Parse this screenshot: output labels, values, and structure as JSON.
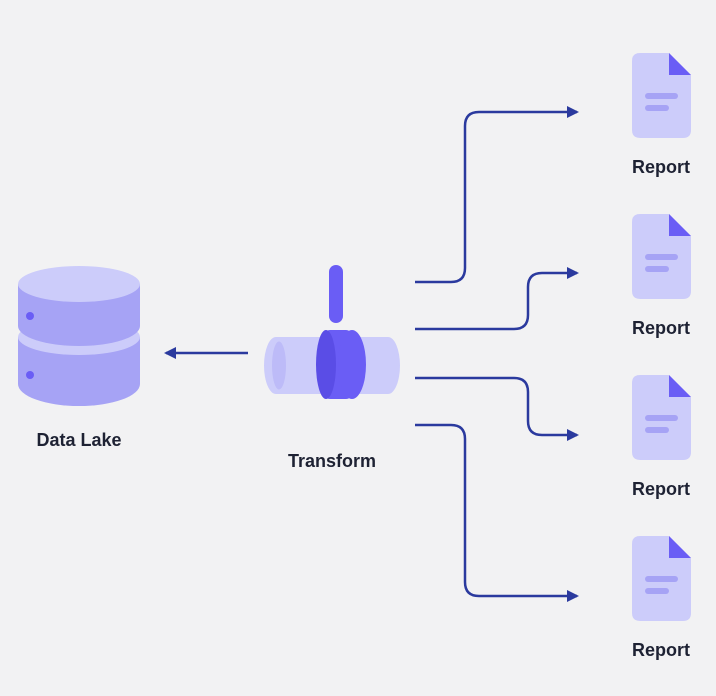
{
  "nodes": {
    "data_lake": {
      "label": "Data Lake",
      "icon": "database-icon"
    },
    "transform": {
      "label": "Transform",
      "icon": "pipe-valve-icon"
    },
    "reports": [
      {
        "label": "Report",
        "icon": "document-icon"
      },
      {
        "label": "Report",
        "icon": "document-icon"
      },
      {
        "label": "Report",
        "icon": "document-icon"
      },
      {
        "label": "Report",
        "icon": "document-icon"
      }
    ]
  },
  "colors": {
    "background": "#f2f2f3",
    "arrow": "#2b3a9e",
    "icon_light": "#ccccfa",
    "icon_mid": "#a6a3f5",
    "icon_dark": "#6a5df5",
    "label_text": "#1e2233"
  }
}
